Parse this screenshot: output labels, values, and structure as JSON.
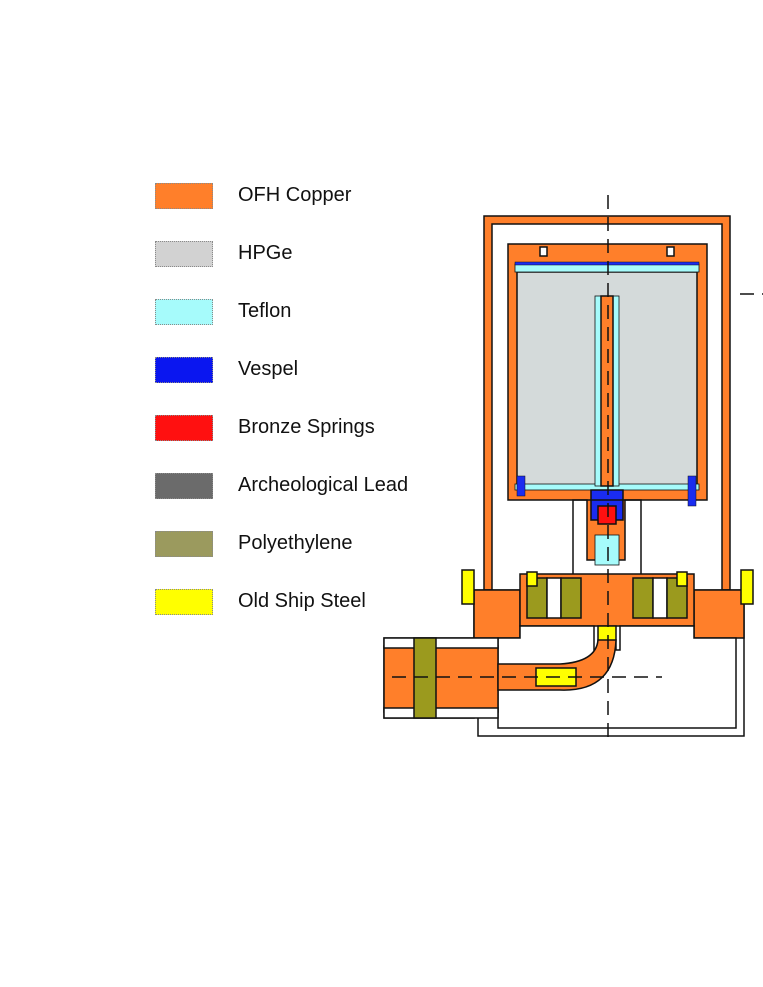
{
  "legend": {
    "items": [
      {
        "label": "OFH Copper",
        "color": "#ff7f2a"
      },
      {
        "label": "HPGe",
        "color": "#d2d2d2"
      },
      {
        "label": "Teflon",
        "color": "#a6fbfb"
      },
      {
        "label": "Vespel",
        "color": "#0a16f0"
      },
      {
        "label": "Bronze Springs",
        "color": "#ff1010"
      },
      {
        "label": "Archeological Lead",
        "color": "#6b6b6b"
      },
      {
        "label": "Polyethylene",
        "color": "#9b9a5e"
      },
      {
        "label": "Old Ship Steel",
        "color": "#ffff00"
      }
    ]
  },
  "colors": {
    "copper": "#ff7f2a",
    "hpge": "#d4dada",
    "teflon": "#a6fbfb",
    "vespel": "#1a2cf0",
    "bronze": "#ff1010",
    "lead": "#6b6b6b",
    "poly": "#9b9a1e",
    "steel": "#ffff00",
    "outline": "#111111"
  }
}
